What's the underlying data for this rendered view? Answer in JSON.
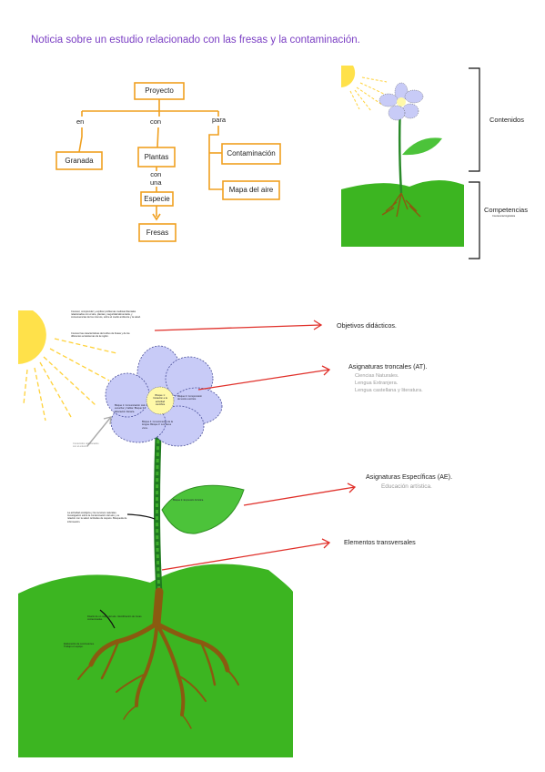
{
  "title": "Noticia sobre un estudio relacionado con las fresas y la contaminación.",
  "concept_map": {
    "root": "Proyecto",
    "edge_labels": {
      "en": "en",
      "con": "con",
      "para": "para",
      "con_una": "con\nuna"
    },
    "nodes": {
      "granada": "Granada",
      "plantas": "Plantas",
      "especie": "Especie",
      "fresas": "Fresas",
      "contaminacion": "Contaminación",
      "mapa": "Mapa del aire"
    }
  },
  "small_flower": {
    "contenidos": "Contenidos",
    "competencias": "Competencias",
    "competencias_note": "Conciencia lingüística"
  },
  "big_flower": {
    "sun_note_1": "Conocer, comprender y explicar problemas medioambientales relacionados con el aire, plantas y seguridad alimentaria, y consecuencias de los mismos, sobre el medio ambiente y la salud.",
    "sun_note_2": "Conocer las características del cultivo de fresas y de los diferentes ecosistemas de la región.",
    "objetivos": "Objetivos didácticos.",
    "troncales_title": "Asignaturas troncales (AT).",
    "troncales_items": [
      "Ciencias Naturales.",
      "Lengua Extranjera.",
      "Lengua castellana y literatura."
    ],
    "especificas_title": "Asignaturas Específicas (AE).",
    "especificas_item": "Educación artística.",
    "transversales": "Elementos transversales",
    "center_note": "Bloque 1: Iniciación a la actividad científica",
    "petal_note_1": "Bloque 1: Comunicación oral: escuchar y hablar. Bloque 3: Educación literaria.",
    "petal_note_2": "Bloque 2: Comprensión de textos escritos.",
    "petal_note_3": "Bloque 4: Conocimiento de la lengua. Bloque 3: Los seres vivos.",
    "leaf_note": "Bloque 2: Expresión Artística.",
    "stem_note": "La actividad ecológica y los recursos naturales. Investigación sobre la contaminación del aire y su relación con la salud. Actitudes de respeto. Búsqueda de información.",
    "grey_note": "Contenidos relacionados con el entorno.",
    "root_note_1": "Diseño de un mapa del aire. Identificación de zonas contaminadas.",
    "root_note_2": "Elaboración de conclusiones. Trabajo en equipo."
  },
  "colors": {
    "title": "#7b3fc4",
    "box_border": "#f0a020",
    "petal": "#c8cbf7",
    "center": "#fff9a8",
    "grass": "#3cb521",
    "leaf": "#4cc33a",
    "stem": "#2a8a2a",
    "root": "#8a5a10",
    "sun": "#ffe14a",
    "arrow": "#e0302a"
  }
}
